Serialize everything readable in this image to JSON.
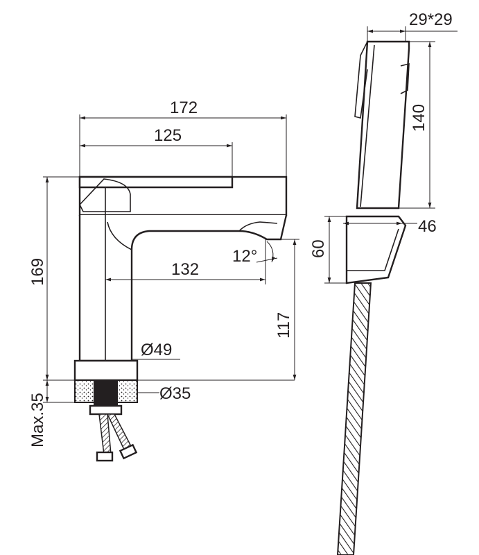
{
  "drawing": {
    "faucet": {
      "width_total": "172",
      "lever_length": "125",
      "height_total": "169",
      "spout_angle": "12°",
      "spout_reach": "132",
      "spout_height": "117",
      "base_diameter": "Ø49",
      "shank_diameter": "Ø35",
      "max_deck_thickness": "Max.35"
    },
    "hand_shower": {
      "head_section": "29*29",
      "head_length": "140",
      "holder_height": "60",
      "holder_depth": "46"
    }
  }
}
